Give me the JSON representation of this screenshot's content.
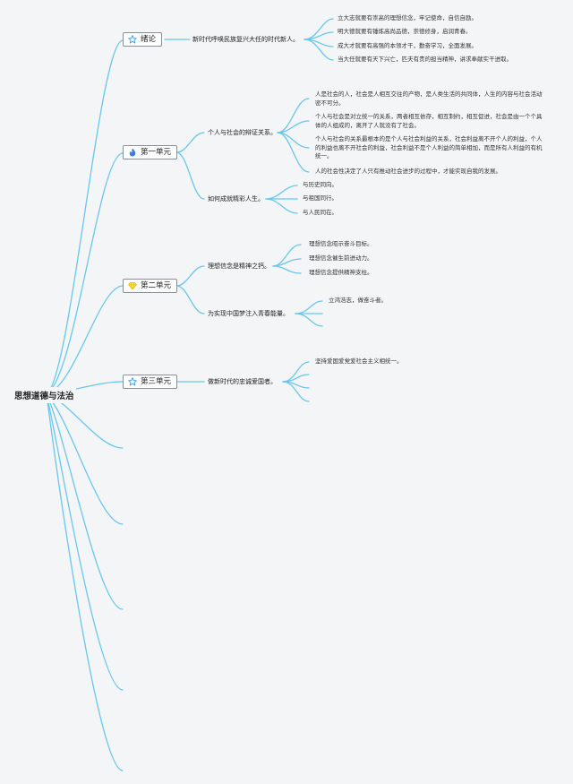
{
  "root": "思想道德与法治",
  "units": [
    {
      "title": "绪论",
      "icon": "star-icon",
      "icon_color": "#3b9be8",
      "topics": [
        {
          "label": "新时代呼唤民族复兴大任的时代新人。",
          "points": [
            "立大志就要有崇高的理想信念，牢记使命，自信自励。",
            "明大德就要有锤炼高尚品德，崇德修身，启润青春。",
            "成大才就要有高强的本领才干，勤奋学习，全面发展。",
            "当大任就要有天下兴亡，匹夫有责的担当精神，讲求奉献实干进取。"
          ]
        }
      ]
    },
    {
      "title": "第一单元",
      "icon": "flame-icon",
      "icon_color": "#3b7dde",
      "topics": [
        {
          "label": "个人与社会的辩证关系。",
          "points": [
            "人是社会的人，社会是人相互交往的产物，是人类生活的共同体，人生的内容与社会活动密不可分。",
            "个人与社会是对立统一的关系，两者相互依存，相互制约，相互促进，社会是由一个个具体的人组成的，离开了人就没有了社会。",
            "个人与社会的关系最根本的是个人与社会利益的关系，社会利益离不开个人的利益，个人的利益也离不开社会的利益，社会利益不是个人利益的简单相加，而是所有人利益的有机统一。",
            "人的社会性决定了人只有推动社会进步的过程中，才能实现自我的发展。"
          ]
        },
        {
          "label": "如何成就精彩人生。",
          "points": [
            "与历史同向。",
            "与祖国同行。",
            "与人民同在。"
          ]
        }
      ]
    },
    {
      "title": "第二单元",
      "icon": "diamond-icon",
      "icon_color": "#e8b800",
      "topics": [
        {
          "label": "理想信念是精神之钙。",
          "points": [
            "理想信念昭示奋斗目标。",
            "理想信念催生前进动力。",
            "理想信念提供精神支柱。"
          ]
        },
        {
          "label": "为实现中国梦注入青春能量。",
          "points": [
            "立鸿浩志，做奋斗者。"
          ]
        }
      ]
    },
    {
      "title": "第三单元",
      "icon": "star-icon",
      "icon_color": "#3b9be8",
      "topics": [
        {
          "label": "做新时代的忠诚爱国者。",
          "points": [
            "坚持爱国爱党爱社会主义相统一。"
          ]
        }
      ]
    }
  ]
}
